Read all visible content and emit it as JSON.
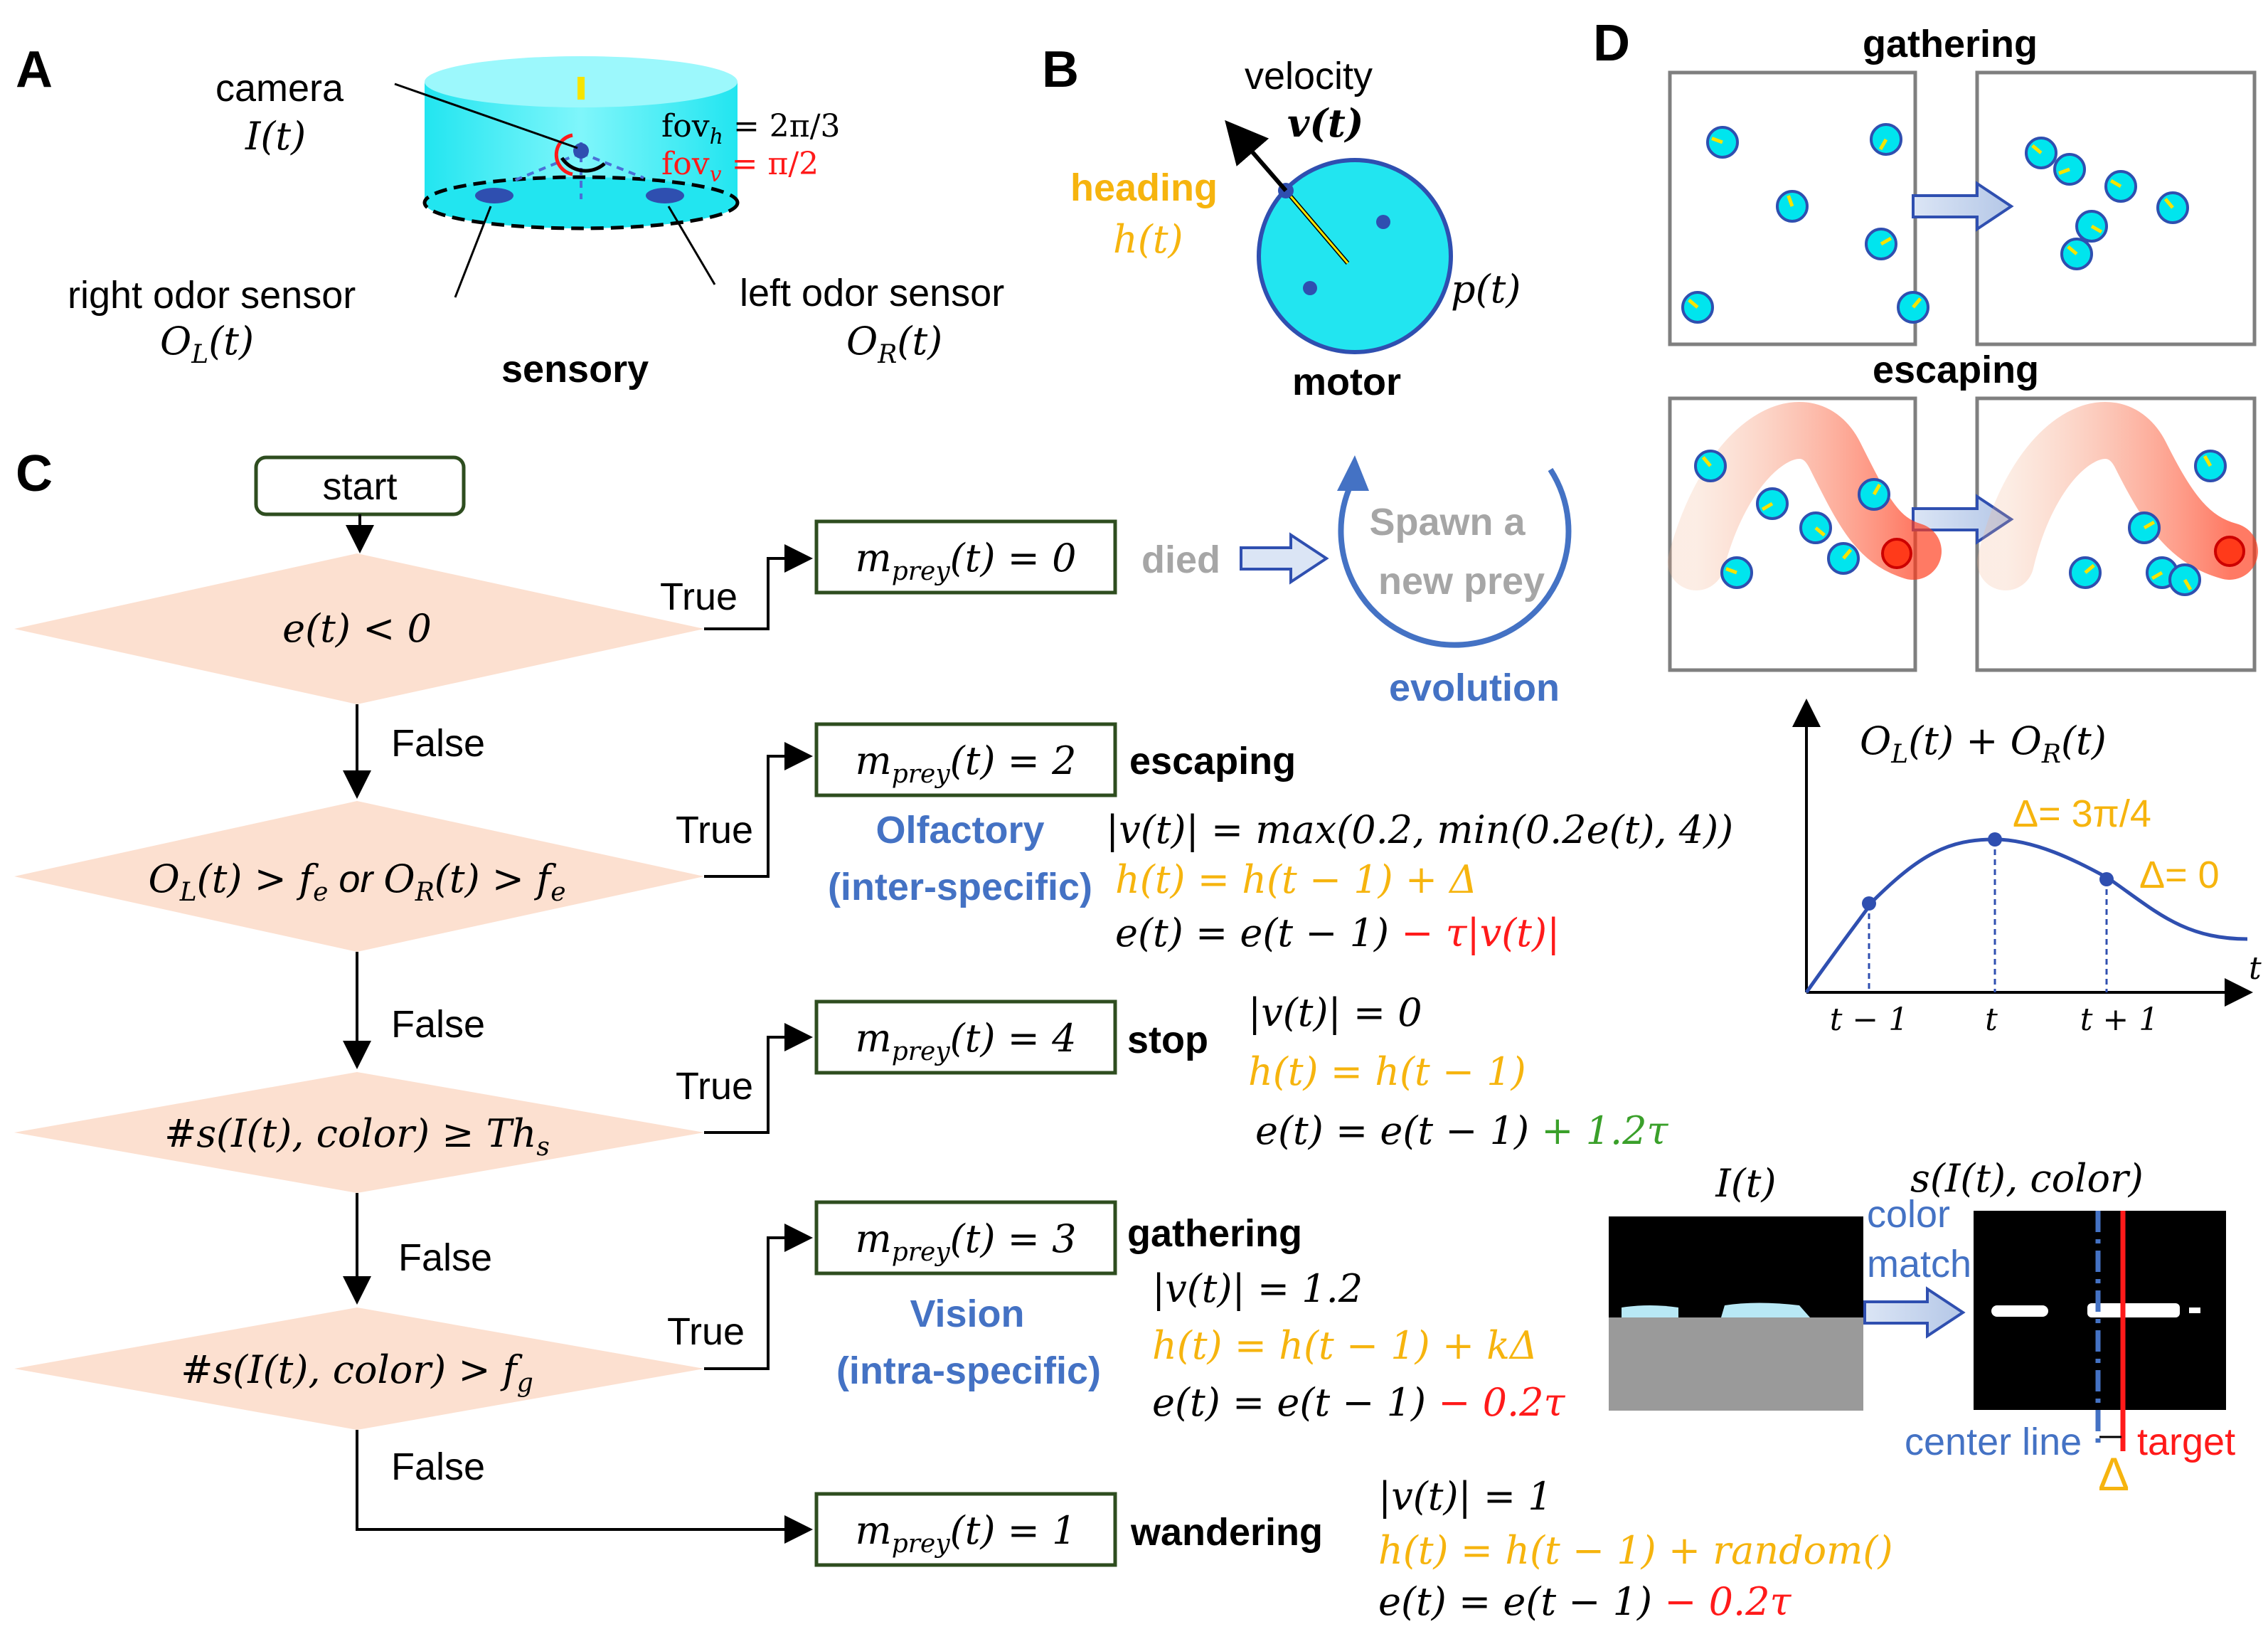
{
  "panels": {
    "a": "A",
    "b": "B",
    "c": "C",
    "d": "D"
  },
  "panel_a": {
    "camera_label": "camera",
    "camera_symbol": "I(t)",
    "fov_h": "fov",
    "fov_h_sub": "h",
    "fov_h_val": " = 2π/3",
    "fov_v": "fov",
    "fov_v_sub": "v",
    "fov_v_val": " = π/2",
    "right_sensor_label": "right odor sensor",
    "right_sensor_symbol": "O",
    "right_sensor_sub": "L",
    "right_sensor_arg": "(t)",
    "left_sensor_label": "left odor sensor",
    "left_sensor_symbol": "O",
    "left_sensor_sub": "R",
    "left_sensor_arg": "(t)",
    "caption": "sensory"
  },
  "panel_b": {
    "velocity_label": "velocity",
    "velocity_symbol": "v(t)",
    "heading_label": "heading",
    "heading_symbol": "h(t)",
    "position_symbol": "p(t)",
    "caption": "motor"
  },
  "panel_c": {
    "start": "start",
    "decisions": [
      {
        "text": "e(t) < 0"
      },
      {
        "part1": "O",
        "sub1": "L",
        "part2": "(t) > f",
        "sub2": "e",
        "or": " or ",
        "part3": "O",
        "sub3": "R",
        "part4": "(t) > f",
        "sub4": "e"
      },
      {
        "text": "#s(I(t), color) ≥ Th",
        "sub": "s"
      },
      {
        "text": "#s(I(t), color) > f",
        "sub": "g"
      }
    ],
    "branch_true": "True",
    "branch_false": "False",
    "mode_prefix": "m",
    "mode_sub": "prey",
    "mode_values": [
      "(t) = 0",
      "(t) = 2",
      "(t) = 4",
      "(t) = 3",
      "(t) = 1"
    ],
    "died": "died",
    "spawn_line1": "Spawn a",
    "spawn_line2": "new prey",
    "evolution": "evolution",
    "behaviors": {
      "escaping": "escaping",
      "stop": "stop",
      "gathering": "gathering",
      "wandering": "wandering"
    },
    "olfactory_line1": "Olfactory",
    "olfactory_line2": "(inter-specific)",
    "vision_line1": "Vision",
    "vision_line2": "(intra-specific)",
    "escaping_eqs": {
      "v": "|v(t)| = max(0.2, min(0.2e(t), 4))",
      "h": "h(t) = h(t − 1) + Δ",
      "e_base": "e(t) = e(t − 1)",
      "e_term": " − τ|v(t)|"
    },
    "stop_eqs": {
      "v": "|v(t)| = 0",
      "h": "h(t) = h(t − 1)",
      "e_base": "e(t) = e(t − 1)",
      "e_term": " + 1.2τ"
    },
    "gathering_eqs": {
      "v": "|v(t)| = 1.2",
      "h": "h(t) = h(t − 1) + kΔ",
      "e_base": "e(t) = e(t − 1)",
      "e_term": " − 0.2τ"
    },
    "wandering_eqs": {
      "v": "|v(t)| = 1",
      "h": "h(t) = h(t − 1) + random()",
      "e_base": "e(t) = e(t − 1)",
      "e_term": " − 0.2τ"
    }
  },
  "panel_d": {
    "gathering_title": "gathering",
    "escaping_title": "escaping",
    "graph_label": "O",
    "graph_label_sub1": "L",
    "graph_label_mid": "(t) + O",
    "graph_label_sub2": "R",
    "graph_label_end": "(t)",
    "delta_peak": "Δ= 3π/4",
    "delta_zero": "Δ= 0",
    "axis_t": "t",
    "ticks": [
      "t − 1",
      "t",
      "t + 1"
    ],
    "image_label": "I(t)",
    "seg_label": "s(I(t), color)",
    "color_match_line1": "color",
    "color_match_line2": "match",
    "center_line": "center line",
    "target": "target",
    "delta": "Δ"
  },
  "colors": {
    "cyan": "#00e5ee",
    "orange": "#f6b40e",
    "red": "#ff1a1a",
    "blue": "#4472c4",
    "green": "#3aa02a",
    "diamond": "#fce0d0",
    "box_border": "#2e4d1f"
  }
}
